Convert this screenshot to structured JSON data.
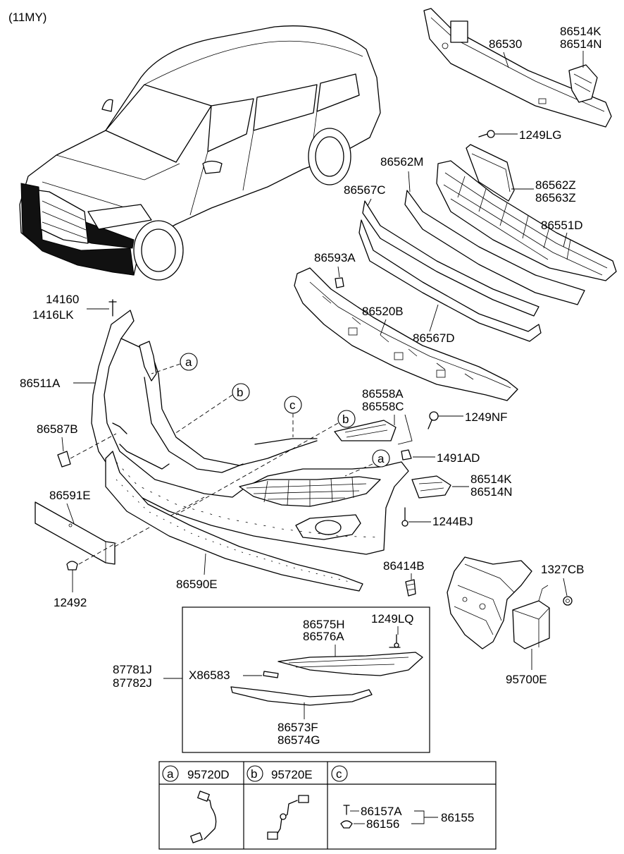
{
  "model_year": "(11MY)",
  "callout_letters": {
    "a": "a",
    "b": "b",
    "c": "c"
  },
  "parts": {
    "p86530": "86530",
    "p86514K": "86514K",
    "p86514N": "86514N",
    "p1249LG": "1249LG",
    "p86562M": "86562M",
    "p86567C": "86567C",
    "p86562Z": "86562Z",
    "p86563Z": "86563Z",
    "p86551D": "86551D",
    "p86593A": "86593A",
    "p14160": "14160",
    "p1416LK": "1416LK",
    "p86520B": "86520B",
    "p86567D": "86567D",
    "p86511A": "86511A",
    "p86558A": "86558A",
    "p86558C": "86558C",
    "p1249NF": "1249NF",
    "p86587B": "86587B",
    "p1491AD": "1491AD",
    "p86514K_2": "86514K",
    "p86514N_2": "86514N",
    "p86591E": "86591E",
    "p1244BJ": "1244BJ",
    "p86414B": "86414B",
    "p1327CB": "1327CB",
    "p12492": "12492",
    "p86590E": "86590E",
    "p86575H": "86575H",
    "p86576A": "86576A",
    "p1249LQ": "1249LQ",
    "p87781J": "87781J",
    "p87782J": "87782J",
    "pX86583": "X86583",
    "p95700E": "95700E",
    "p86573F": "86573F",
    "p86574G": "86574G"
  },
  "legend_table": {
    "a_part": "95720D",
    "b_part": "95720E",
    "c_items": {
      "p86157A": "86157A",
      "p86156": "86156",
      "p86155": "86155"
    }
  }
}
